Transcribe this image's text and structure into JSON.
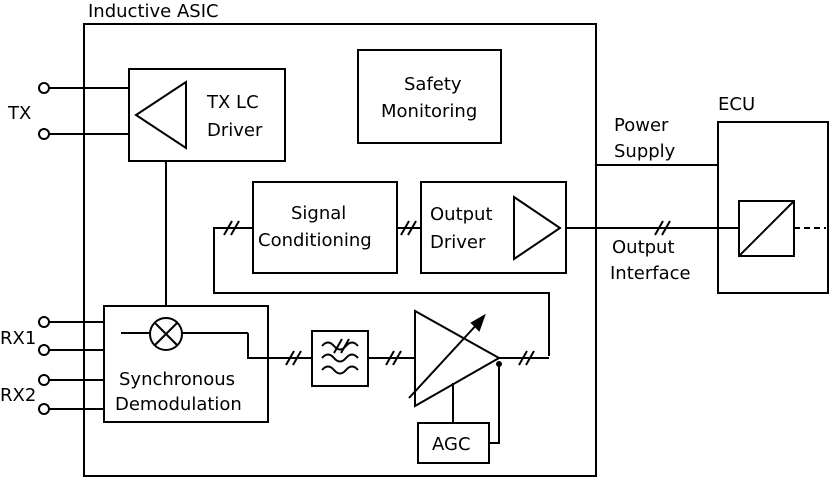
{
  "title": "Inductive ASIC",
  "ports": {
    "tx": "TX",
    "rx1": "RX1",
    "rx2": "RX2"
  },
  "blocks": {
    "tx_driver": [
      "TX LC",
      "Driver"
    ],
    "safety": [
      "Safety",
      "Monitoring"
    ],
    "signal_conditioning": [
      "Signal",
      "Conditioning"
    ],
    "output_driver": [
      "Output",
      "Driver"
    ],
    "sync_demod": [
      "Synchronous",
      "Demodulation"
    ],
    "agc": "AGC",
    "ecu": "ECU"
  },
  "connections": {
    "power_supply": [
      "Power",
      "Supply"
    ],
    "output_interface": [
      "Output",
      "Interface"
    ]
  },
  "colors": {
    "stroke": "#000000",
    "background": "#ffffff"
  }
}
